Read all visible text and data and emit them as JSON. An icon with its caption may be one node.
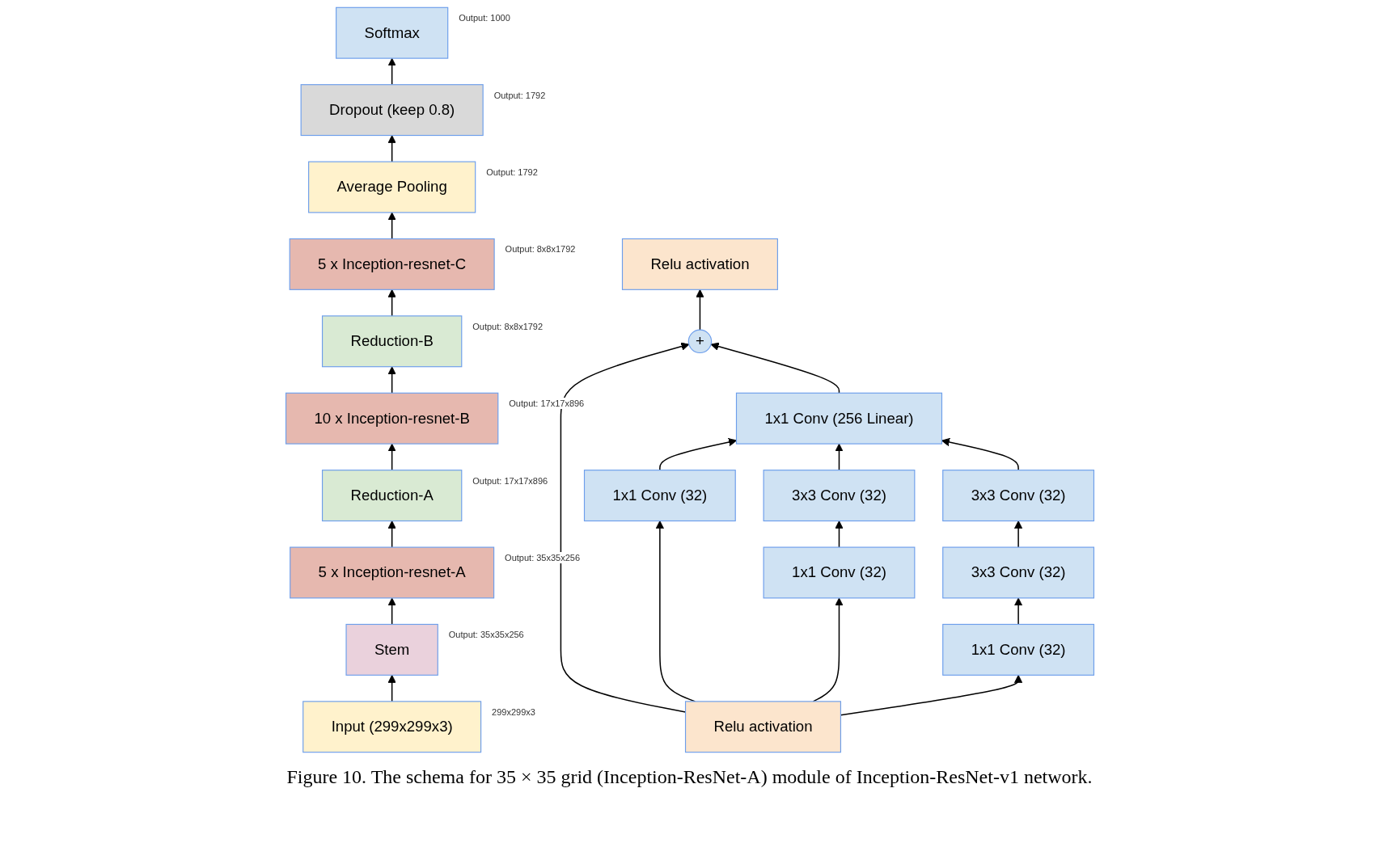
{
  "diagram": {
    "caption": "Figure 10. The schema for 35 × 35 grid (Inception-ResNet-A) module of Inception-ResNet-v1 network.",
    "nodes": [
      {
        "text": [
          "Softmax"
        ],
        "beside": [
          "Output: 1000"
        ]
      },
      {
        "text": [
          "Dropout (keep 0.8)"
        ],
        "beside": [
          "Output: 1792"
        ]
      },
      {
        "text": [
          "Average Pooling"
        ],
        "beside": [
          "Output: 1792"
        ]
      },
      {
        "text": [
          "5 x Inception-resnet-C"
        ],
        "beside": [
          "Output: 8x8x1792"
        ]
      },
      {
        "text": [
          "Reduction-B"
        ],
        "beside": [
          "Output: 8x8x1792"
        ]
      },
      {
        "text": [
          "10 x Inception-resnet-B"
        ],
        "beside": [
          "Output: 17x17x896"
        ]
      },
      {
        "text": [
          "Reduction-A"
        ],
        "beside": [
          "Output: 17x17x896"
        ]
      },
      {
        "text": [
          "5 x Inception-resnet-A"
        ],
        "beside": [
          "Output: 35x35x256"
        ]
      },
      {
        "text": [
          "Stem"
        ],
        "beside": [
          "Output: 35x35x256"
        ]
      },
      {
        "text": [
          "Input (299x299x3)"
        ],
        "beside": [
          "299x299x3"
        ]
      },
      {
        "text": [
          "Relu activation"
        ]
      },
      {
        "text": [
          "+"
        ]
      },
      {
        "text": [
          "1x1 Conv (256 Linear)"
        ]
      },
      {
        "text": [
          "1x1 Conv (32)"
        ]
      },
      {
        "text": [
          "3x3 Conv (32)"
        ]
      },
      {
        "text": [
          "3x3 Conv (32)"
        ]
      },
      {
        "text": [
          "3x3 Conv (32)"
        ]
      },
      {
        "text": [
          "1x1 Conv (32)"
        ]
      },
      {
        "text": [
          "1x1 Conv (32)"
        ]
      },
      {
        "text": [
          "Relu activation"
        ]
      }
    ],
    "edges": [
      {
        "from": 9,
        "to": 8,
        "arrow": "to"
      },
      {
        "from": 8,
        "to": 7,
        "arrow": "to"
      },
      {
        "from": 7,
        "to": 6,
        "arrow": "to"
      },
      {
        "from": 6,
        "to": 5,
        "arrow": "to"
      },
      {
        "from": 5,
        "to": 4,
        "arrow": "to"
      },
      {
        "from": 4,
        "to": 3,
        "arrow": "to"
      },
      {
        "from": 3,
        "to": 2,
        "arrow": "to"
      },
      {
        "from": 2,
        "to": 1,
        "arrow": "to"
      },
      {
        "from": 1,
        "to": 0,
        "arrow": "to"
      },
      {
        "from": 19,
        "to": 11,
        "arrow": "to"
      },
      {
        "from": 19,
        "to": 13,
        "arrow": "to"
      },
      {
        "from": 19,
        "to": 17,
        "arrow": "to"
      },
      {
        "from": 19,
        "to": 18,
        "arrow": "to"
      },
      {
        "from": 17,
        "to": 15,
        "arrow": "to"
      },
      {
        "from": 18,
        "to": 16,
        "arrow": "to"
      },
      {
        "from": 16,
        "to": 14,
        "arrow": "to"
      },
      {
        "from": 13,
        "to": 12,
        "arrow": "to"
      },
      {
        "from": 15,
        "to": 12,
        "arrow": "to"
      },
      {
        "from": 14,
        "to": 12,
        "arrow": "to"
      },
      {
        "from": 12,
        "to": 11,
        "arrow": "to"
      },
      {
        "from": 11,
        "to": 10,
        "arrow": "to"
      }
    ]
  }
}
